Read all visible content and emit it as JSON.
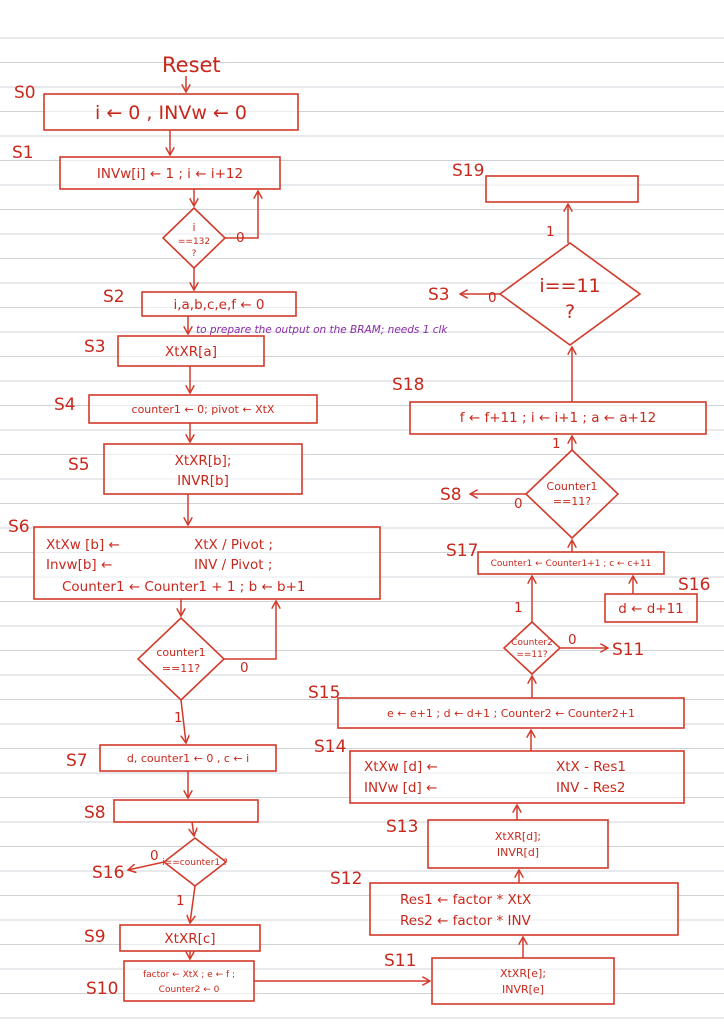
{
  "title": "Reset",
  "states": {
    "s0": "S0",
    "s1": "S1",
    "s2": "S2",
    "s3": "S3",
    "s3b": "S3",
    "s4": "S4",
    "s5": "S5",
    "s6": "S6",
    "s7": "S7",
    "s8": "S8",
    "s8b": "S8",
    "s9": "S9",
    "s10": "S10",
    "s11": "S11",
    "s11b": "S11",
    "s12": "S12",
    "s13": "S13",
    "s14": "S14",
    "s15": "S15",
    "s16": "S16",
    "s16b": "S16",
    "s17": "S17",
    "s18": "S18",
    "s19": "S19"
  },
  "boxes": {
    "s0": "i ← 0 , INVw ← 0",
    "s1": "INVw[i] ← 1 ; i ← i+12",
    "s2": "i,a,b,c,e,f ← 0",
    "s3": "XtXR[a]",
    "s4": "counter1 ← 0; pivot ← XtX",
    "s5_l1": "XtXR[b];",
    "s5_l2": "INVR[b]",
    "s6_l1a": "XtXw [b] ←",
    "s6_l1b": "XtX / Pivot ;",
    "s6_l2a": "Invw[b] ←",
    "s6_l2b": "INV / Pivot ;",
    "s6_l3": "Counter1 ← Counter1 + 1 ; b ← b+1",
    "s7": "d, counter1 ← 0 , c ← i",
    "s8": "",
    "s9": "XtXR[c]",
    "s10_l1": "factor ← XtX ; e ← f ;",
    "s10_l2": "Counter2 ← 0",
    "s11_l1": "XtXR[e];",
    "s11_l2": "INVR[e]",
    "s12_l1": "Res1 ← factor * XtX",
    "s12_l2": "Res2 ← factor * INV",
    "s13_l1": "XtXR[d];",
    "s13_l2": "INVR[d]",
    "s14_l1a": "XtXw [d] ←",
    "s14_l1b": "XtX - Res1",
    "s14_l2a": "INVw [d] ←",
    "s14_l2b": "INV - Res2",
    "s15": "e ← e+1 ; d ← d+1 ; Counter2 ← Counter2+1",
    "s16": "d ← d+11",
    "s17": "Counter1 ← Counter1+1 ; c ← c+11",
    "s18": "f ← f+11 ; i ← i+1 ; a ← a+12",
    "s19": ""
  },
  "decisions": {
    "d1_l1": "i",
    "d1_l2": "==132",
    "d1_l3": "?",
    "d2_l1": "counter1",
    "d2_l2": "==11?",
    "d3": "i==counter1 ?",
    "d4_l1": "Counter2",
    "d4_l2": "==11?",
    "d5_l1": "Counter1",
    "d5_l2": "==11?",
    "d6_l1": "i==11",
    "d6_l2": "?"
  },
  "edge_labels": {
    "d1_no": "0",
    "d2_no": "0",
    "d2_yes": "1",
    "d3_no": "0",
    "d3_yes": "1",
    "d4_no": "0",
    "d4_yes": "1",
    "d5_no": "0",
    "d5_yes": "1",
    "d6_no": "0",
    "d6_yes": "1"
  },
  "note": "to prepare the output on the BRAM; needs 1 clk"
}
